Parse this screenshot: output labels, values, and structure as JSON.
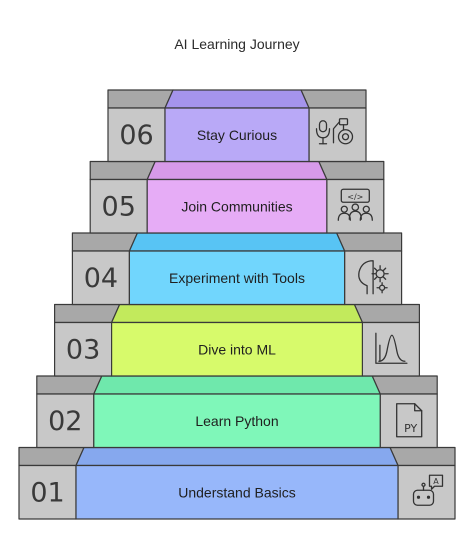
{
  "title": "AI Learning Journey",
  "colors": {
    "gray_face": "#c8c8c8",
    "gray_side": "#a8a8a8",
    "stroke": "#3a3a3a"
  },
  "steps": [
    {
      "number": "06",
      "label": "Stay Curious",
      "color_top": "#a594ec",
      "color_front": "#b9a9f7",
      "icon": "curiosity-microscope-icon"
    },
    {
      "number": "05",
      "label": "Join Communities",
      "color_top": "#d79ae9",
      "color_front": "#e6acf6",
      "icon": "community-code-icon"
    },
    {
      "number": "04",
      "label": "Experiment with Tools",
      "color_top": "#58c4f4",
      "color_front": "#71d6fd",
      "icon": "tools-gear-head-icon"
    },
    {
      "number": "03",
      "label": "Dive into ML",
      "color_top": "#c2ea5c",
      "color_front": "#d7fa6b",
      "icon": "ml-distribution-icon"
    },
    {
      "number": "02",
      "label": "Learn Python",
      "color_top": "#6fe8ac",
      "color_front": "#7ff7b9",
      "icon": "python-file-icon"
    },
    {
      "number": "01",
      "label": "Understand Basics",
      "color_top": "#86a8ee",
      "color_front": "#97b7fa",
      "icon": "basics-robot-icon"
    }
  ],
  "icon_text": {
    "code": "</>",
    "py": "PY",
    "letter": "A"
  }
}
